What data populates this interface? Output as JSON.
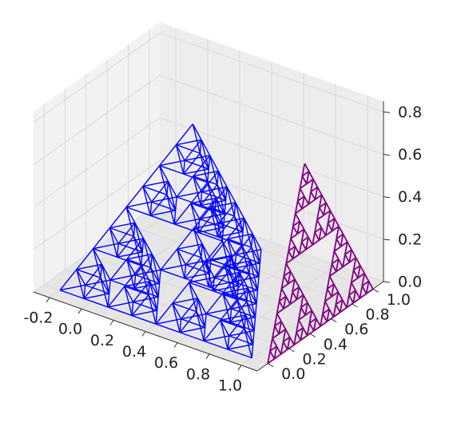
{
  "chart_data": {
    "type": "3d-wireframe",
    "title": "",
    "xlabel": "",
    "ylabel": "",
    "zlabel": "",
    "xlim": [
      -0.3,
      1.1
    ],
    "ylim": [
      -0.1,
      1.1
    ],
    "zlim": [
      0.0,
      0.85
    ],
    "x_ticks": [
      "-0.2",
      "0.0",
      "0.2",
      "0.4",
      "0.6",
      "0.8",
      "1.0"
    ],
    "y_ticks": [
      "0.0",
      "0.2",
      "0.4",
      "0.6",
      "0.8",
      "1.0"
    ],
    "z_ticks": [
      "0.0",
      "0.2",
      "0.4",
      "0.6",
      "0.8"
    ],
    "grid": true,
    "series": [
      {
        "kind": "sierpinski-tetrahedron-wireframe",
        "color": "#0000ff",
        "vertices": [
          [
            -0.2,
            0.0,
            0.0
          ],
          [
            1.0,
            0.0,
            0.0
          ],
          [
            0.4,
            1.0,
            0.0
          ],
          [
            0.4,
            0.35,
            0.82
          ]
        ],
        "depth": 3
      },
      {
        "kind": "sierpinski-triangle-projection",
        "color": "#800080",
        "plane": "x=1.1",
        "vertices": [
          [
            0.0,
            0.0
          ],
          [
            1.0,
            0.0
          ],
          [
            0.35,
            0.82
          ]
        ],
        "depth": 4
      }
    ]
  }
}
